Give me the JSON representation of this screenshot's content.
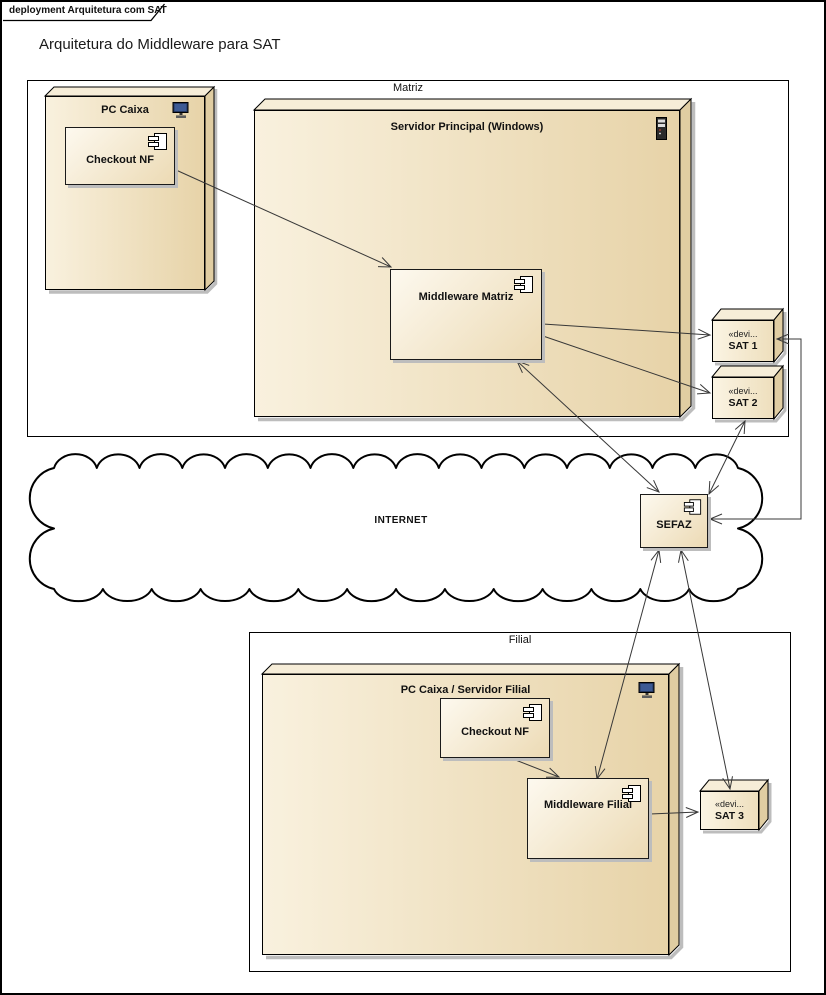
{
  "diagram": {
    "tab_label": "deployment Arquitetura com SAT",
    "title": "Arquitetura do Middleware para SAT"
  },
  "frames": {
    "matriz": {
      "label": "Matriz"
    },
    "filial": {
      "label": "Filial"
    }
  },
  "cloud": {
    "label": "INTERNET"
  },
  "nodes": {
    "pc_caixa": {
      "label": "PC Caixa"
    },
    "servidor_principal": {
      "label": "Servidor Principal (Windows)"
    },
    "pc_caixa_filial": {
      "label": "PC Caixa / Servidor Filial"
    }
  },
  "components": {
    "checkout_matriz": {
      "label": "Checkout NF"
    },
    "middleware_matriz": {
      "label": "Middleware Matriz"
    },
    "checkout_filial": {
      "label": "Checkout NF"
    },
    "middleware_filial": {
      "label": "Middleware Filial"
    },
    "sefaz": {
      "label": "SEFAZ"
    }
  },
  "devices": {
    "sat1": {
      "stereotype": "«devi...",
      "label": "SAT 1"
    },
    "sat2": {
      "stereotype": "«devi...",
      "label": "SAT 2"
    },
    "sat3": {
      "stereotype": "«devi...",
      "label": "SAT 3"
    }
  },
  "colors": {
    "node_fill_light": "#f9f1de",
    "node_fill_dark": "#e7d3a8",
    "shadow": "#bdbdbd",
    "line": "#383838",
    "border": "#000000"
  }
}
